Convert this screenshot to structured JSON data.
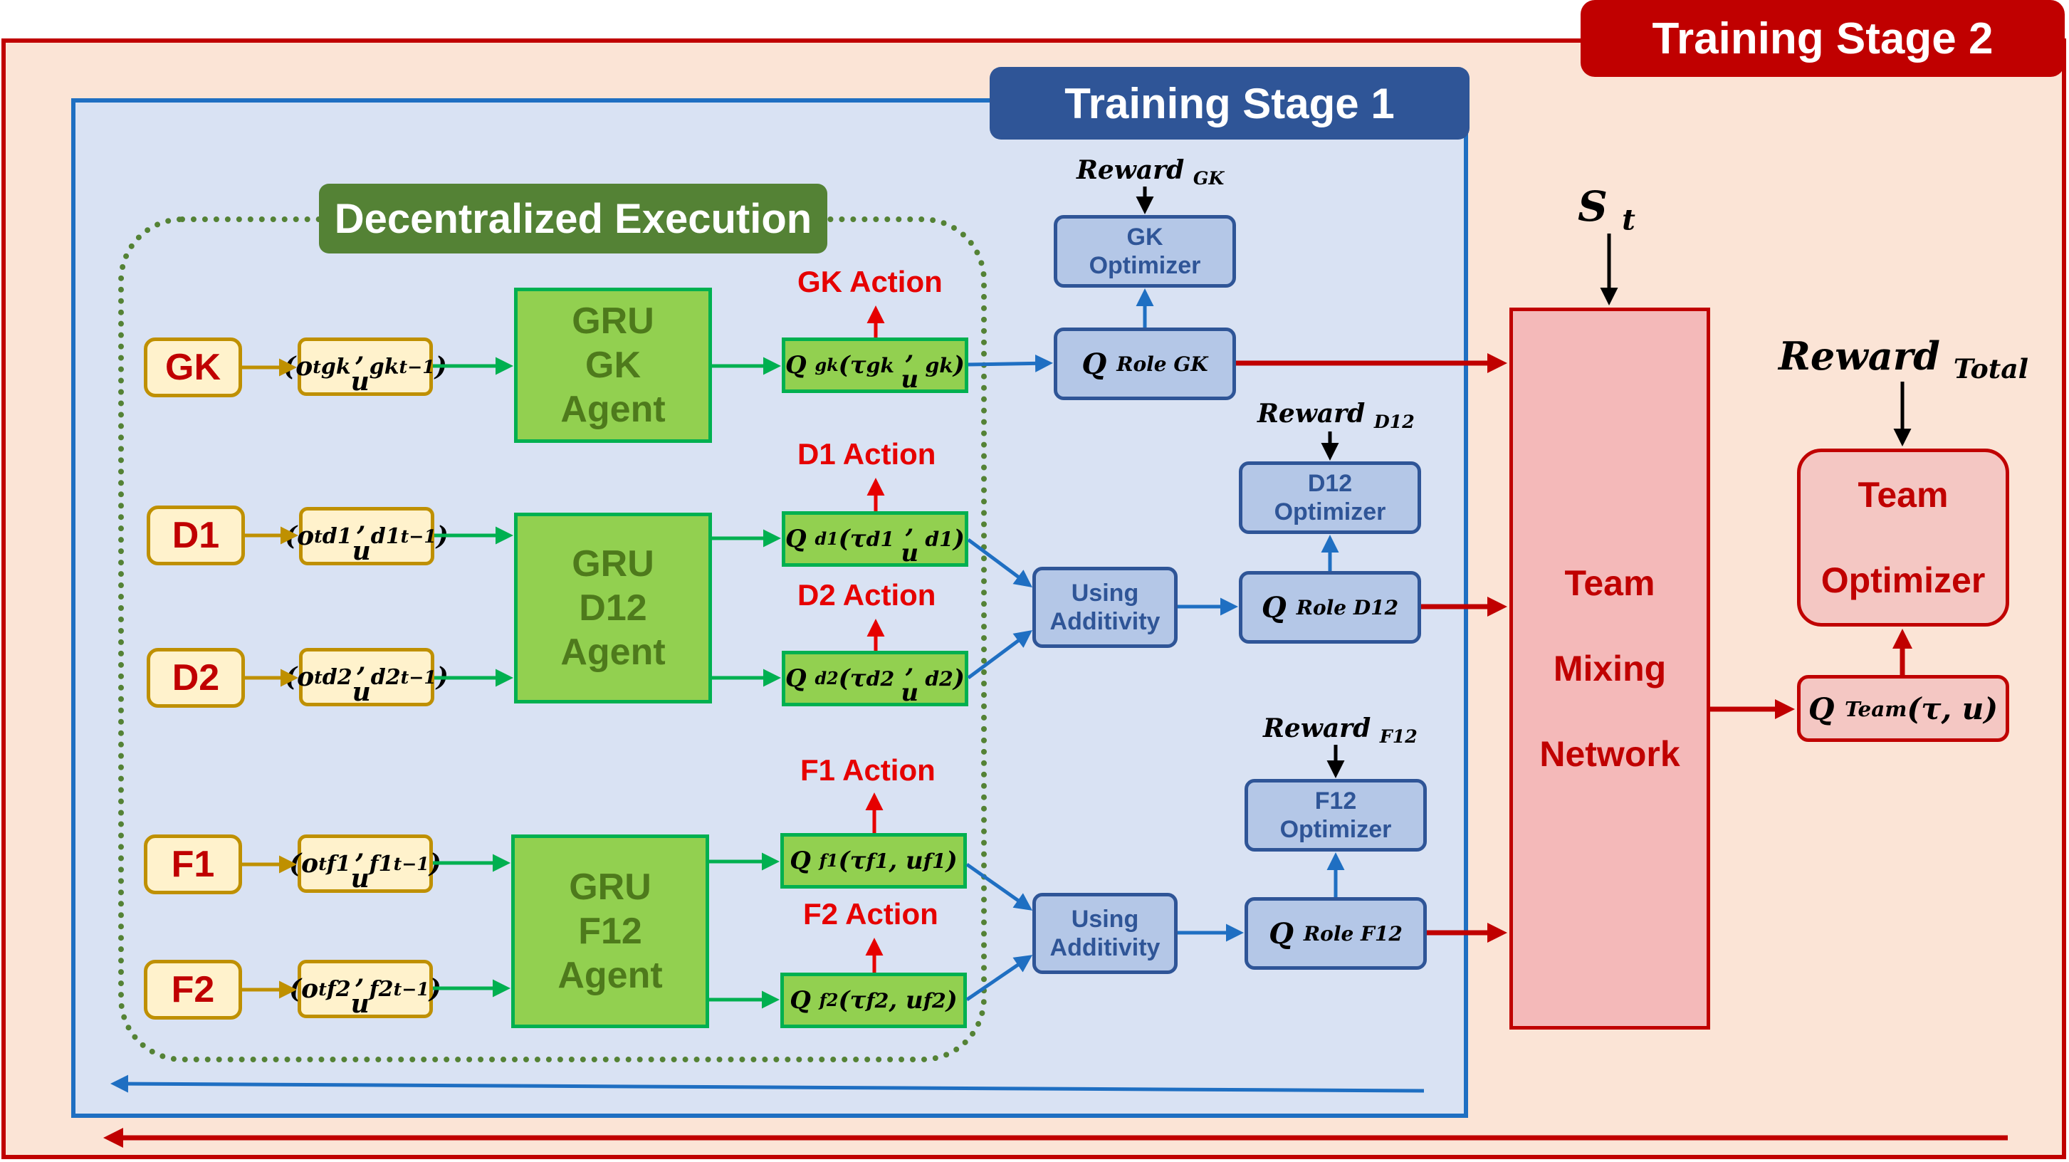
{
  "stage2": {
    "label": "Training Stage 2"
  },
  "stage1": {
    "label": "Training Stage 1"
  },
  "decentralized": {
    "label": "Decentralized Execution"
  },
  "players": {
    "gk": {
      "label": "GK",
      "obs": "(o",
      "obs_sup": "gk",
      "obs_mid": ", u",
      "obs_sup2": "gk",
      "obs_sub2": "t−1",
      "obs_end": ")"
    },
    "d1": {
      "label": "D1",
      "obs": "(o",
      "obs_sup": "d1",
      "obs_mid": ", u",
      "obs_sup2": "d1",
      "obs_sub2": "t−1",
      "obs_end": ")"
    },
    "d2": {
      "label": "D2",
      "obs": "(o",
      "obs_sup": "d2",
      "obs_mid": ", u",
      "obs_sup2": "d2",
      "obs_sub2": "t−1",
      "obs_end": ")"
    },
    "f1": {
      "label": "F1",
      "obs": "(o",
      "obs_sup": "f1",
      "obs_mid": ", u",
      "obs_sup2": "f1",
      "obs_sub2": "t−1",
      "obs_end": ")"
    },
    "f2": {
      "label": "F2",
      "obs": "(o",
      "obs_sup": "f2",
      "obs_mid": ", u",
      "obs_sup2": "f2",
      "obs_sub2": "t−1",
      "obs_end": ")"
    }
  },
  "obs_sub": "t",
  "gru": {
    "gk": [
      "GRU",
      "GK",
      "Agent"
    ],
    "d12": [
      "GRU",
      "D12",
      "Agent"
    ],
    "f12": [
      "GRU",
      "F12",
      "Agent"
    ]
  },
  "q_agents": {
    "gk": {
      "q": "Q",
      "sub": "gk",
      "args": "(τ",
      "sup1": "gk",
      "mid": ", u",
      "sup2": "gk",
      "end": ")"
    },
    "d1": {
      "q": "Q",
      "sub": "d1",
      "args": "(τ",
      "sup1": "d1",
      "mid": ", u",
      "sup2": "d1",
      "end": ")"
    },
    "d2": {
      "q": "Q",
      "sub": "d2",
      "args": "(τ",
      "sup1": "d2",
      "mid": ", u",
      "sup2": "d2",
      "end": ")"
    },
    "f1": {
      "q": "Q",
      "sub": "f1",
      "args": "(τ",
      "sup1": "f1",
      "mid": ", u",
      "sup2": "f1",
      "end": ")"
    },
    "f2": {
      "q": "Q",
      "sub": "f2",
      "args": "(τ",
      "sup1": "f2",
      "mid": ", u",
      "sup2": "f2",
      "end": ")"
    }
  },
  "actions": {
    "gk": "GK Action",
    "d1": "D1 Action",
    "d2": "D2 Action",
    "f1": "F1 Action",
    "f2": "F2 Action"
  },
  "optimizers": {
    "gk": [
      "GK",
      "Optimizer"
    ],
    "d12": [
      "D12",
      "Optimizer"
    ],
    "f12": [
      "F12",
      "Optimizer"
    ]
  },
  "rewards": {
    "gk": {
      "main": "Reward",
      "sub": "GK"
    },
    "d12": {
      "main": "Reward",
      "sub": "D12"
    },
    "f12": {
      "main": "Reward",
      "sub": "F12"
    },
    "total": {
      "main": "Reward",
      "sub": "Total"
    }
  },
  "additivity": {
    "d12": [
      "Using",
      "Additivity"
    ],
    "f12": [
      "Using",
      "Additivity"
    ]
  },
  "q_roles": {
    "gk": {
      "q": "Q",
      "sub": "Role GK"
    },
    "d12": {
      "q": "Q",
      "sub": "Role D12"
    },
    "f12": {
      "q": "Q",
      "sub": "Role F12"
    }
  },
  "state": {
    "main": "S",
    "sub": "t"
  },
  "mixing": [
    "Team",
    "Mixing",
    "Network"
  ],
  "team_optimizer": [
    "Team",
    "Optimizer"
  ],
  "team_q": {
    "q": "Q",
    "sub": "Team",
    "args": "(τ, u)"
  },
  "colors": {
    "stage2_fill": "#fbe4d6",
    "stage2_border": "#c00000",
    "stage1_fill": "#d9e2f3",
    "stage1_border": "#1f6fc2",
    "agent_green": "#92d050",
    "obs_fill": "#fff2cc",
    "role_blue": "#b4c7e7",
    "arrow_green": "#00b050",
    "arrow_gold": "#bf9000",
    "arrow_blue": "#1f6fc2",
    "arrow_red": "#c00000"
  }
}
